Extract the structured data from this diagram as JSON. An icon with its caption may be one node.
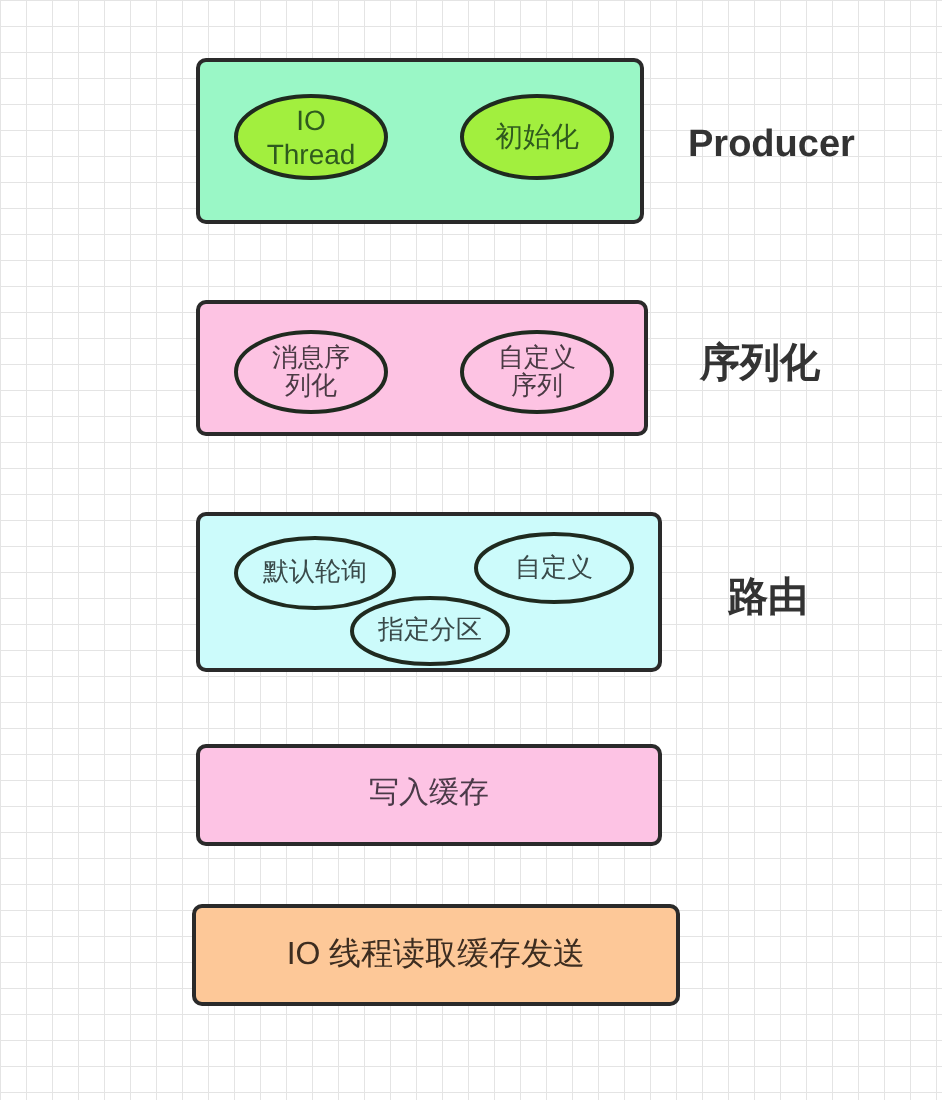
{
  "diagram": {
    "nodes": [
      {
        "text": [],
        "shape": "box",
        "beside": [
          "Producer"
        ]
      },
      {
        "text": [
          "IO Thread"
        ],
        "in": 0
      },
      {
        "text": [
          "初始化"
        ],
        "in": 0
      },
      {
        "text": [],
        "shape": "box",
        "beside": [
          "序列化"
        ]
      },
      {
        "text": [
          "消息序列化"
        ],
        "in": 3
      },
      {
        "text": [
          "自定义序列"
        ],
        "in": 3
      },
      {
        "text": [],
        "shape": "box",
        "beside": [
          "路由"
        ]
      },
      {
        "text": [
          "默认轮询"
        ],
        "in": 6
      },
      {
        "text": [
          "自定义"
        ],
        "in": 6
      },
      {
        "text": [
          "指定分区"
        ],
        "in": 6
      },
      {
        "text": [
          "写入缓存"
        ]
      },
      {
        "text": [
          "IO 线程读取缓存发送"
        ]
      }
    ]
  }
}
